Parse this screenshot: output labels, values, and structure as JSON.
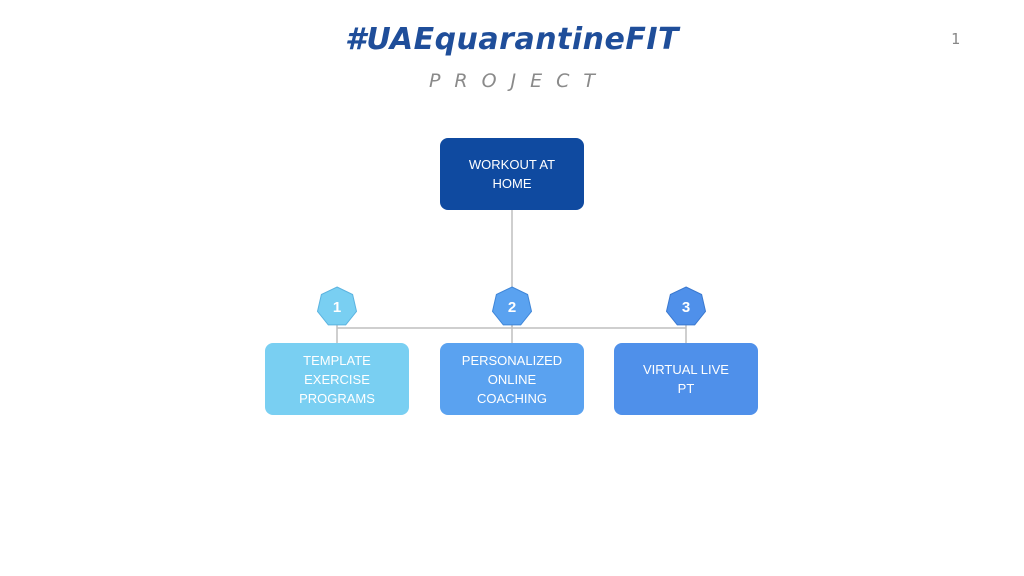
{
  "title": "#UAEquarantineFIT",
  "subtitle": "PROJECT",
  "page_number": "1",
  "colors": {
    "title": "#1f4e9a",
    "root": "#0f4aa0",
    "option_1": "#79cff2",
    "option_2": "#5aa2f0",
    "option_3": "#4f90ea",
    "connector": "#bfbfbf"
  },
  "root": {
    "label": "WORKOUT AT\nHOME"
  },
  "options": [
    {
      "number": "1",
      "label": "TEMPLATE\nEXERCISE\nPROGRAMS"
    },
    {
      "number": "2",
      "label": "PERSONALIZED\nONLINE\nCOACHING"
    },
    {
      "number": "3",
      "label": "VIRTUAL  LIVE\nPT"
    }
  ]
}
